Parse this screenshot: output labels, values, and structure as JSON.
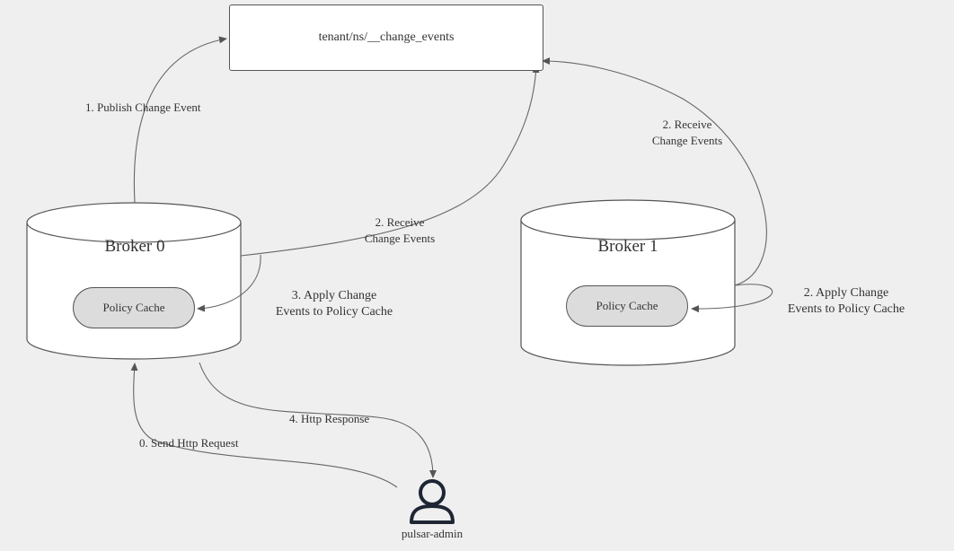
{
  "topic": {
    "label": "tenant/ns/__change_events"
  },
  "brokers": [
    {
      "title": "Broker 0",
      "cache": "Policy Cache"
    },
    {
      "title": "Broker 1",
      "cache": "Policy Cache"
    }
  ],
  "edges": {
    "publish": "1. Publish Change Event",
    "receive_b0": [
      "2. Receive",
      "Change Events"
    ],
    "receive_b1": [
      "2. Receive",
      "Change Events"
    ],
    "apply_b0": [
      "3. Apply Change",
      "Events to Policy Cache"
    ],
    "apply_b1": [
      "2. Apply Change",
      "Events to Policy Cache"
    ],
    "send_request": "0. Send Http Request",
    "http_response": "4. Http Response"
  },
  "actor": {
    "label": "pulsar-admin"
  },
  "colors": {
    "line": "#666666",
    "cache_fill": "#dcdcdc",
    "background": "#efefef"
  }
}
